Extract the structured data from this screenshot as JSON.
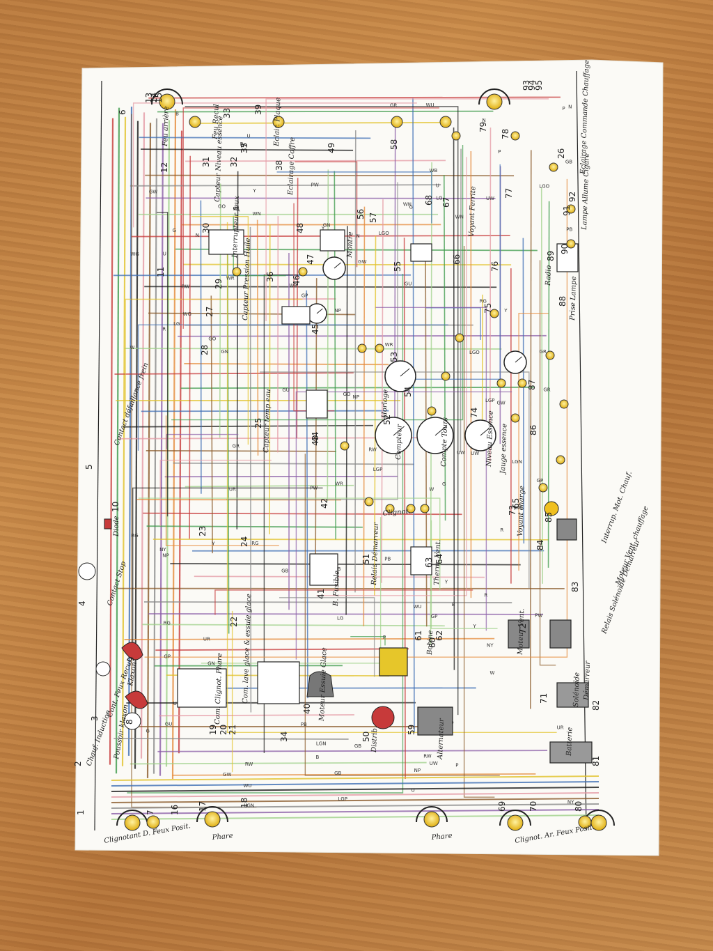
{
  "diagram": {
    "labels": {
      "contact_defaillance_frein": "Contact défaillance frein",
      "contact_stop": "Contact Stop",
      "cont_feux_recul": "Cont. Feux Recul",
      "chauf_induction": "Chauf. Induction",
      "klaxon": "Klaxon",
      "poussoir_klaxon": "Poussoir klaxon",
      "com_clignot_phare": "Com. Clignot. Phare",
      "com_lave_glace": "Com. lave glace & essuie glace",
      "moteur_essuie_glace": "Moteur Essuie Glace",
      "distrib": "Distrib.",
      "bobine": "Bobine",
      "alternateur": "Alternateur",
      "solenoide": "Solénoïde",
      "demarreur": "Démarreur",
      "batterie": "Batterie",
      "moteur_vent": "Moteur Vent.",
      "relais_solenoide": "Relais Solénoïde Démarreur",
      "moteur_vent_chauffage": "Moteur Vent. chauffage",
      "interrup_mot_chauf": "Interrup. Mot. Chauf.",
      "clignot_av_feux_posit": "Clignotant D. Feux Posit.",
      "clignot_ar_feux_posit": "Clignot. Ar. Feux Posit.",
      "phare_left": "Phare",
      "phare_right": "Phare",
      "diode": "Diode",
      "capteur_temp_eau": "Capteur temp eau",
      "compteur": "Compteur",
      "horloge": "Horloge",
      "voyant_charge": "Voyant charge",
      "b_fusible": "B. Fusible",
      "demarreur_relais": "Relais Démarreur",
      "therm_vent": "Therm. Vent.",
      "feu_recul": "Feu Recul",
      "eclair_plaque": "Eclair. Plaque",
      "feu_arriere": "Feu arrière",
      "eclairage_commande_chauffage": "Eclairage Commande Chauffage",
      "lampe_allume_cigare": "Lampe Allume Cigare",
      "eclairage_coffre": "Eclairage Coffre",
      "capteur_niveau_essence": "Capteur Niveau essence",
      "jauge_essence": "Jauge essence",
      "montre": "Montre",
      "capteur_pression_huile": "Capteur Pression Huile",
      "clignotant": "Clignot.",
      "voyant_ferrite": "Voyant Ferrite",
      "interrupteur_feux": "Interrupteur feux",
      "compte_tours": "Compte Tours",
      "niveau_essence": "Niveau Essence",
      "radio": "Radio",
      "prise_lampe": "Prise Lampe"
    },
    "numbers": [
      "1",
      "2",
      "3",
      "4",
      "5",
      "6",
      "7",
      "8",
      "9",
      "10",
      "11",
      "12",
      "13",
      "14",
      "15",
      "16",
      "17",
      "18",
      "19",
      "20",
      "21",
      "22",
      "23",
      "24",
      "25",
      "26",
      "27",
      "28",
      "29",
      "30",
      "31",
      "32",
      "33",
      "34",
      "35",
      "36",
      "37",
      "38",
      "39",
      "40",
      "41",
      "42",
      "43",
      "44",
      "45",
      "46",
      "47",
      "48",
      "49",
      "50",
      "51",
      "52",
      "53",
      "54",
      "55",
      "56",
      "57",
      "58",
      "59",
      "60",
      "61",
      "62",
      "63",
      "64",
      "65",
      "66",
      "67",
      "68",
      "69",
      "70",
      "71",
      "72",
      "73",
      "74",
      "75",
      "76",
      "77",
      "78",
      "79",
      "80",
      "81",
      "82",
      "83",
      "84",
      "85",
      "86",
      "87",
      "88",
      "89",
      "90",
      "91",
      "92",
      "93",
      "94",
      "95"
    ],
    "wire_codes": [
      "G",
      "GP",
      "GR",
      "GW",
      "GU",
      "GN",
      "GO",
      "GB",
      "P",
      "PW",
      "PB",
      "B",
      "N",
      "NP",
      "NY",
      "R",
      "RG",
      "RW",
      "U",
      "UW",
      "UR",
      "W",
      "WR",
      "WB",
      "WN",
      "WG",
      "WU",
      "Y",
      "LG",
      "LGN",
      "LGP",
      "LGO",
      "Y"
    ],
    "colors": {
      "red": "#c73a3a",
      "green": "#3d9a4a",
      "yellow": "#e2c22a",
      "blue": "#3e6fb5",
      "black": "#1a1a1a",
      "pink": "#e59aa5",
      "brown": "#8a5a2a",
      "grey": "#8a8a8a",
      "purple": "#8b5ea8",
      "lightgreen": "#9fd18a",
      "orange": "#e58a3a",
      "bulb": "#f0c020",
      "paper": "#fbfaf6"
    }
  }
}
